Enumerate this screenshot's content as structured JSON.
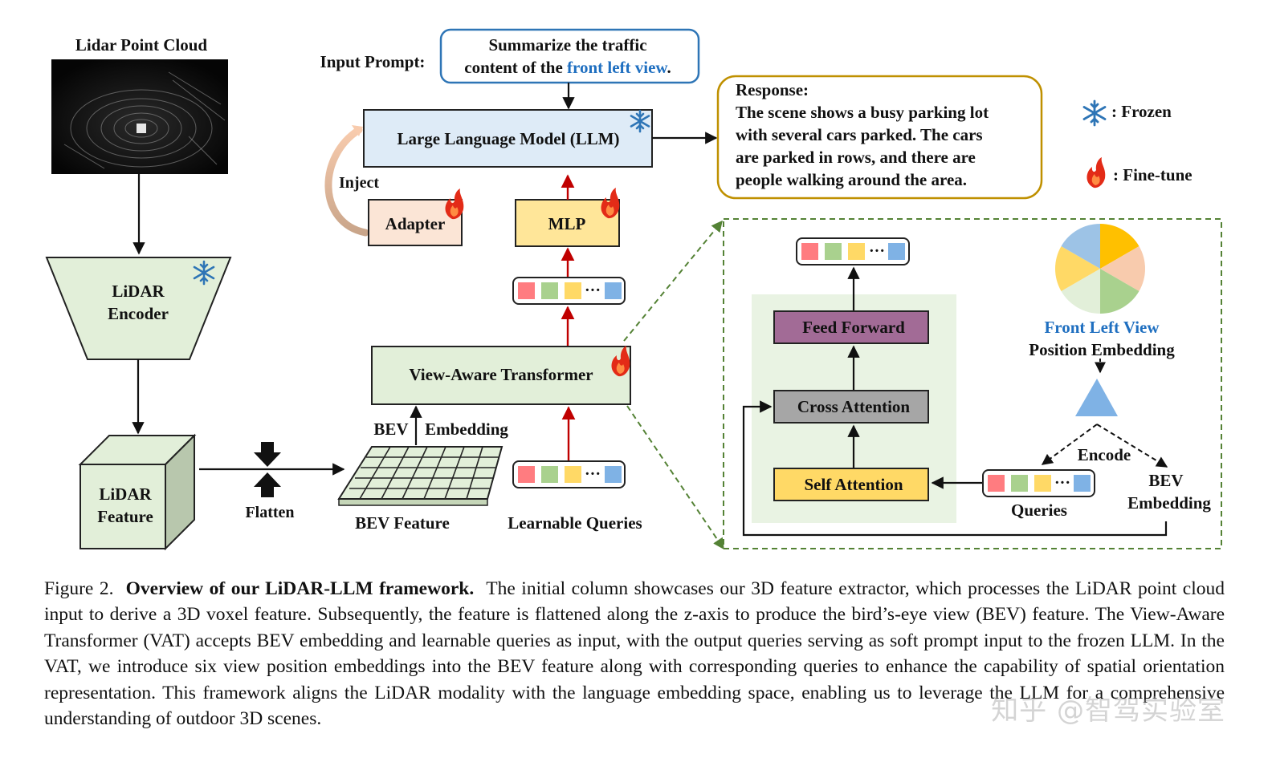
{
  "colors": {
    "green_fill": "#e2efd9",
    "llm_fill": "#deebf7",
    "adapter_fill": "#fbe5d6",
    "mlp_fill": "#ffe699",
    "feed_forward_fill": "#a26b96",
    "cross_attention_fill": "#a6a6a6",
    "self_attention_fill": "#ffd966",
    "highlight_blue": "#1f6fc0",
    "red_arrow": "#c00000",
    "dashed_green": "#548235",
    "response_border": "#bf9000",
    "prompt_border": "#2e75b6"
  },
  "lidar": {
    "title": "Lidar Point Cloud",
    "encoder_line1": "LiDAR",
    "encoder_line2": "Encoder",
    "feature_line1": "LiDAR",
    "feature_line2": "Feature",
    "flatten": "Flatten"
  },
  "prompt": {
    "label": "Input Prompt:",
    "line1": "Summarize the traffic",
    "line2_prefix": "content of the ",
    "line2_highlight": "front left view",
    "line2_suffix": "."
  },
  "llm": {
    "label": "Large Language Model (LLM)",
    "inject": "Inject"
  },
  "adapter": {
    "label": "Adapter"
  },
  "mlp": {
    "label": "MLP"
  },
  "vat": {
    "label": "View-Aware Transformer"
  },
  "bev": {
    "embedding_label_a": "BEV",
    "embedding_label_b": "Embedding",
    "feature_label": "BEV Feature",
    "queries_label": "Learnable Queries"
  },
  "response": {
    "title": "Response:",
    "lines": [
      "The scene shows a busy parking lot",
      "with several cars parked. The cars",
      "are parked in rows, and there are",
      "people walking around the area."
    ]
  },
  "legend": {
    "frozen": ": Frozen",
    "finetune": ": Fine-tune",
    "frozen_icon": "snowflake-icon",
    "finetune_icon": "flame-icon"
  },
  "detail": {
    "feed_forward": "Feed Forward",
    "cross_attention": "Cross Attention",
    "self_attention": "Self Attention",
    "queries": "Queries",
    "encode": "Encode",
    "bev_embedding_line1": "BEV",
    "bev_embedding_line2": "Embedding",
    "front_left_view": "Front Left View",
    "position_embedding": "Position Embedding",
    "pie_colors": [
      "#ffc000",
      "#f8cbad",
      "#a9d18e",
      "#e2efd9",
      "#ffd966",
      "#9dc3e6"
    ]
  },
  "token_colors": [
    "#ff7c80",
    "#a9d18e",
    "#ffd966",
    "#7fb2e5"
  ],
  "token_ellipsis": "···",
  "caption": {
    "figure_label": "Figure 2.",
    "bold_title": "Overview of our LiDAR-LLM framework.",
    "body": "The initial column showcases our 3D feature extractor, which processes the LiDAR point cloud input to derive a 3D voxel feature. Subsequently, the feature is flattened along the z-axis to produce the bird’s-eye view (BEV) feature. The View-Aware Transformer (VAT) accepts BEV embedding and learnable queries as input, with the output queries serving as soft prompt input to the frozen LLM. In the VAT, we introduce six view position embeddings into the BEV feature along with corresponding queries to enhance the capability of spatial orientation representation. This framework aligns the LiDAR modality with the language embedding space, enabling us to leverage the LLM for a comprehensive understanding of outdoor 3D scenes."
  },
  "watermark": "知乎 @智驾实验室"
}
